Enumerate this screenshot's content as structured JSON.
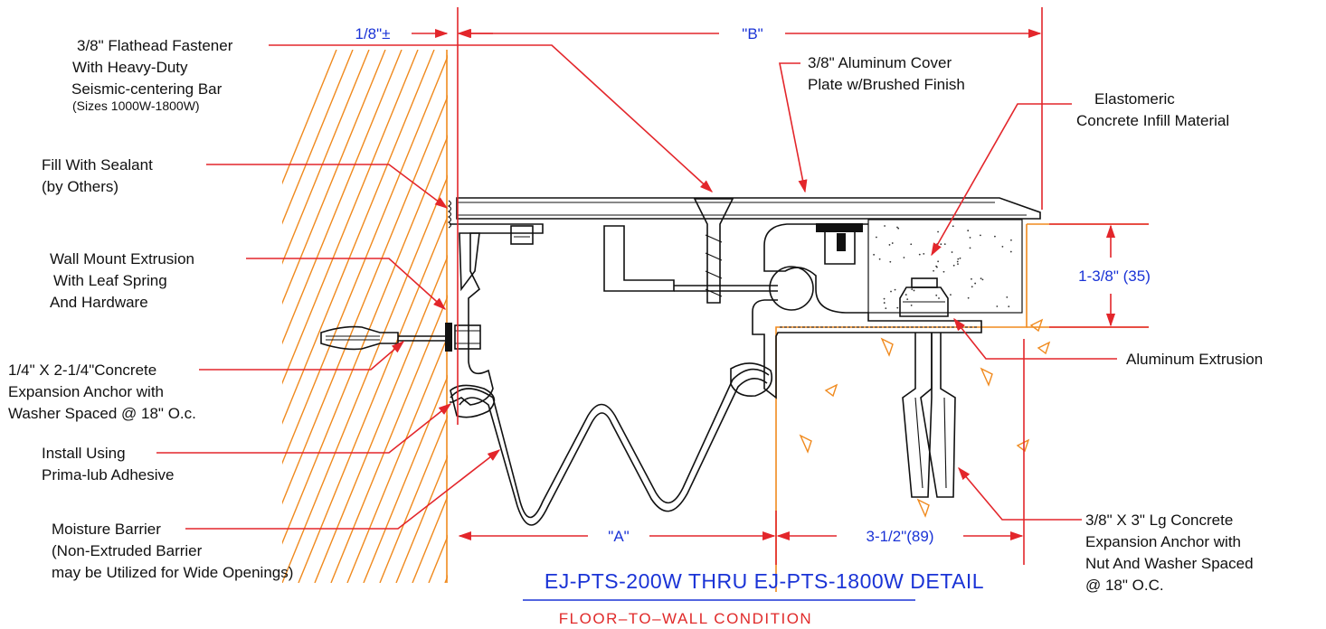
{
  "drawing": {
    "title": "EJ-PTS-200W THRU EJ-PTS-1800W DETAIL",
    "subtitle": "FLOOR–TO–WALL CONDITION",
    "colors": {
      "leader": "#e3262b",
      "dimension_text": "#1a33d6",
      "outline": "#111111",
      "concrete_hatch": "#f08a1e"
    },
    "dimensions": {
      "gap": "1/8\"±",
      "b": "\"B\"",
      "a": "\"A\"",
      "height": "1-3/8\" (35)",
      "width": "3-1/2\"(89)"
    },
    "callouts": {
      "fastener": {
        "line1": "3/8\" Flathead Fastener",
        "line2": "With Heavy-Duty",
        "line3": "Seismic-centering Bar",
        "note": "(Sizes 1000W-1800W)"
      },
      "cover_plate": {
        "line1": "3/8\" Aluminum Cover",
        "line2": "Plate w/Brushed Finish"
      },
      "infill": {
        "line1": "Elastomeric",
        "line2": "Concrete Infill Material"
      },
      "sealant": {
        "line1": "Fill With Sealant",
        "line2": "(by Others)"
      },
      "wall_mount": {
        "line1": "Wall Mount Extrusion",
        "line2": "With Leaf Spring",
        "line3": "And Hardware"
      },
      "wall_anchor": {
        "line1": "1/4\" X 2-1/4\"Concrete",
        "line2": "Expansion Anchor with",
        "line3": "Washer Spaced @ 18\" O.c."
      },
      "adhesive": {
        "line1": "Install Using",
        "line2": "Prima-lub Adhesive"
      },
      "moisture_barrier": {
        "line1": "Moisture Barrier",
        "line2": "(Non-Extruded Barrier",
        "line3": "may be Utilized for Wide Openings)"
      },
      "extrusion": {
        "line1": "Aluminum Extrusion"
      },
      "floor_anchor": {
        "line1": "3/8\" X 3\" Lg Concrete",
        "line2": "Expansion Anchor with",
        "line3": "Nut And Washer Spaced",
        "line4": "@ 18\" O.C."
      }
    }
  }
}
